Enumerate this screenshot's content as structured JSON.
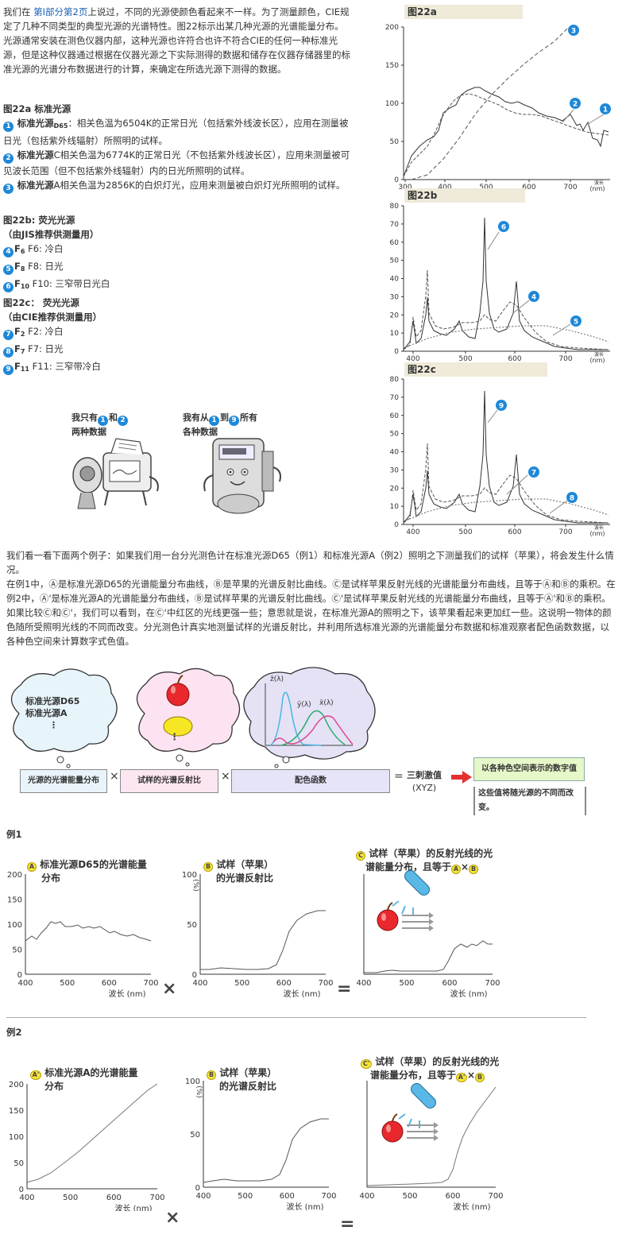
{
  "intro": {
    "pre": "我们在 ",
    "link": "第I部分第2页",
    "post": "上说过，不同的光源使颜色看起来不一样。为了测量颜色，CIE规定了几种不同类型的典型光源的光谱特性。图22标示出某几种光源的光谱能量分布。光源通常安装在测色仪器内部，这种光源也许符合也许不符合CIE的任何一种标准光源，但是这种仪器通过根据在仪器光源之下实际测得的数据和储存在仪器存储器里的标准光源的光谱分布数据进行的计算，来确定在所选光源下测得的数据。"
  },
  "legend": {
    "a_heading": "图22a 标准光源",
    "a_items": [
      {
        "num": "1",
        "name": "标准光源",
        "sub": "D65",
        "text": "：相关色温为6504K的正常日光（包括紫外线波长区），应用在测量被日光（包括紫外线辐射）所照明的试样。"
      },
      {
        "num": "2",
        "name": "标准光源",
        "sub": "",
        "text": "C相关色温为6774K的正常日光（不包括紫外线波长区），应用来测量被可见波长范围（但不包括紫外线辐射）内的日光所照明的试样。"
      },
      {
        "num": "3",
        "name": "标准光源",
        "sub": "",
        "text": "A相关色温为2856K的白炽灯光，应用来测量被白炽灯光所照明的试样。"
      }
    ],
    "b_heading": "图22b: 荧光光源",
    "b_sub": "（由JIS推荐供测量用）",
    "b_items": [
      {
        "num": "4",
        "code": "F",
        "sub": "6",
        "text": "F6: 冷白"
      },
      {
        "num": "5",
        "code": "F",
        "sub": "8",
        "text": "F8: 日光"
      },
      {
        "num": "6",
        "code": "F",
        "sub": "10",
        "text": "F10: 三窄带日光白"
      }
    ],
    "c_heading": "图22c： 荧光光源",
    "c_sub": "（由CIE推荐供测量用）",
    "c_items": [
      {
        "num": "7",
        "code": "F",
        "sub": "2",
        "text": "F2: 冷白"
      },
      {
        "num": "8",
        "code": "F",
        "sub": "7",
        "text": "F7: 日光"
      },
      {
        "num": "9",
        "code": "F",
        "sub": "11",
        "text": "F11: 三窄带冷白"
      }
    ]
  },
  "cartoon": {
    "left_a": "我只有",
    "left_n1": "1",
    "left_b": "和",
    "left_n2": "2",
    "left_c": "两种数据",
    "right_a": "我有从",
    "right_n1": "1",
    "right_b": "到",
    "right_n2": "9",
    "right_c": "所有",
    "right_d": "各种数据"
  },
  "charts22": {
    "a": {
      "title": "图22a",
      "yticks": [
        "200",
        "150",
        "100",
        "50",
        "0"
      ],
      "xticks": [
        "300",
        "400",
        "500",
        "600",
        "700"
      ],
      "unit_top": "波长",
      "unit": "(nm)",
      "markers": [
        "1",
        "2",
        "3"
      ]
    },
    "b": {
      "title": "图22b",
      "yticks": [
        "80",
        "70",
        "60",
        "50",
        "40",
        "30",
        "20",
        "10",
        "0"
      ],
      "xticks": [
        "400",
        "500",
        "600",
        "700"
      ],
      "unit_top": "波长",
      "unit": "(nm)",
      "markers": [
        "4",
        "5",
        "6"
      ]
    },
    "c": {
      "title": "图22c",
      "yticks": [
        "80",
        "70",
        "60",
        "50",
        "40",
        "30",
        "20",
        "10",
        "0"
      ],
      "xticks": [
        "400",
        "500",
        "600",
        "700"
      ],
      "unit_top": "波长",
      "unit": "(nm)",
      "markers": [
        "7",
        "8",
        "9"
      ]
    }
  },
  "example_text": {
    "p1": "我们看一看下面两个例子：如果我们用一台分光测色计在标准光源D65（例1）和标准光源A（例2）照明之下测量我们的试样（苹果），将会发生什么情况。",
    "p2": "在例1中，Ⓐ是标准光源D65的光谱能量分布曲线，Ⓑ是苹果的光谱反射比曲线。Ⓒ是试样苹果反射光线的光谱能量分布曲线，且等于Ⓐ和Ⓑ的乘积。在例2中，Ⓐ'是标准光源A的光谱能量分布曲线，Ⓑ是试样苹果的光谱反射比曲线。Ⓒ'是试样苹果反射光线的光谱能量分布曲线，且等于Ⓐ'和Ⓑ的乘积。如果比较Ⓒ和Ⓒ'，我们可以看到，在Ⓒ'中红区的光线更强一些；意思就是说，在标准光源A的照明之下，该苹果看起来更加红一些。这说明一物体的颜色随所受照明光线的不同而改变。分光测色计真实地测量试样的光谱反射比，并利用所选标准光源的光谱能量分布数据和标准观察者配色函数数据，以各种色空间来计算数字式色值。"
  },
  "diagram": {
    "cloud1_l1": "标准光源D65",
    "cloud1_l2": "标准光源A",
    "cloud_dots": "⋮",
    "cloud3_z": "z̄(λ)",
    "cloud3_y": "ȳ(λ)",
    "cloud3_x": "x̄(λ)",
    "box1": "光源的光谱能量分布",
    "box2": "试样的光谱反射比",
    "box3": "配色函数",
    "times": "×",
    "equals": "=",
    "result": "三刺激值",
    "result_sub": "(XYZ)",
    "green_box": "以各种色空间表示的数字值",
    "note": "这些值将随光源的不同而改变。"
  },
  "example1": {
    "label": "例1",
    "a_circle": "A",
    "a_title1": "标准光源D65的光谱能量",
    "a_title2": "分布",
    "b_circle": "B",
    "b_title1": "试样（苹果）",
    "b_title2": "的光谱反射比",
    "c_circle": "C",
    "c_title1": "试样（苹果）的反射光线的光",
    "c_title2a": "谱能量分布，且等于",
    "c_eq_a": "A",
    "c_eq_x": "×",
    "c_eq_b": "B",
    "yticks_a": [
      "200",
      "150",
      "100",
      "50",
      "0"
    ],
    "yticks_b": [
      "100",
      "50",
      "0"
    ],
    "b_yunit": "(%)",
    "xticks": [
      "400",
      "500",
      "600",
      "700"
    ],
    "xlabel": "波长 (nm)",
    "times": "×",
    "equals": "="
  },
  "example2": {
    "label": "例2",
    "a_circle": "A'",
    "a_title1": "标准光源A的光谱能量",
    "a_title2": "分布",
    "b_circle": "B",
    "b_title1": "试样（苹果）",
    "b_title2": "的光谱反射比",
    "c_circle": "C'",
    "c_title1": "试样（苹果）的反射光线的光",
    "c_title2a": "谱能量分布，且等于",
    "c_eq_a": "A'",
    "c_eq_x": "×",
    "c_eq_b": "B",
    "yticks_a": [
      "200",
      "150",
      "100",
      "50",
      "0"
    ],
    "yticks_b": [
      "100",
      "50",
      "0"
    ],
    "b_yunit": "(%)",
    "xticks": [
      "400",
      "500",
      "600",
      "700"
    ],
    "xlabel": "波长 (nm)",
    "times": "×",
    "equals": "="
  },
  "colors": {
    "accent_blue": "#1e88d8",
    "title_bg": "#efead9",
    "circle_yellow": "#f7e43a",
    "arrow_red": "#e53030",
    "green_box": "#e6f7c8"
  }
}
